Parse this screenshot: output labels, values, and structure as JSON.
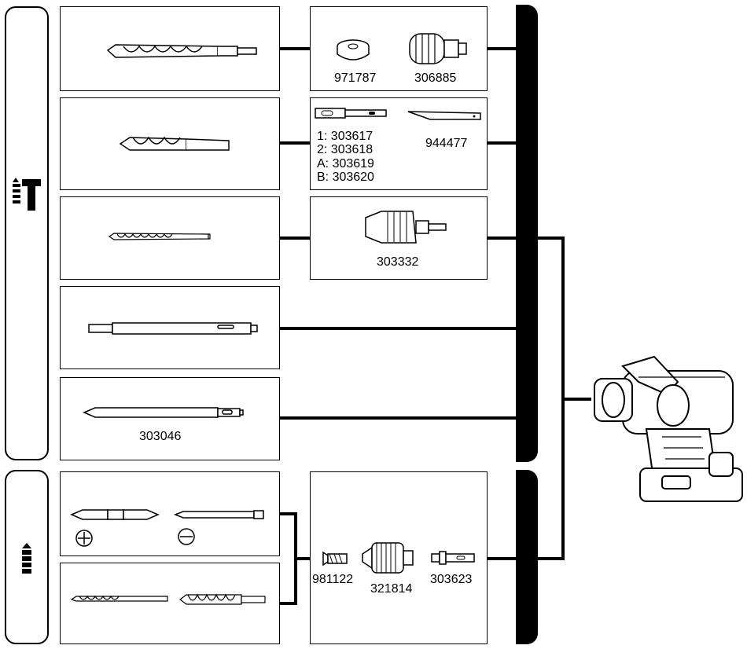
{
  "boxes": {
    "r1_parts": [
      "971787",
      "306885"
    ],
    "r2_parts": [
      "1: 303617",
      "2: 303618",
      "A: 303619",
      "B: 303620"
    ],
    "r2_extra": "944477",
    "r3_part": "303332",
    "r5_part": "303046",
    "lower_parts": [
      "981122",
      "321814",
      "303623"
    ]
  },
  "icons": {
    "hammer_mode": "hammer-drill-icon",
    "drill_mode": "drill-bit-icon",
    "phillips": "plus-circle-icon",
    "slotted": "minus-circle-icon"
  }
}
